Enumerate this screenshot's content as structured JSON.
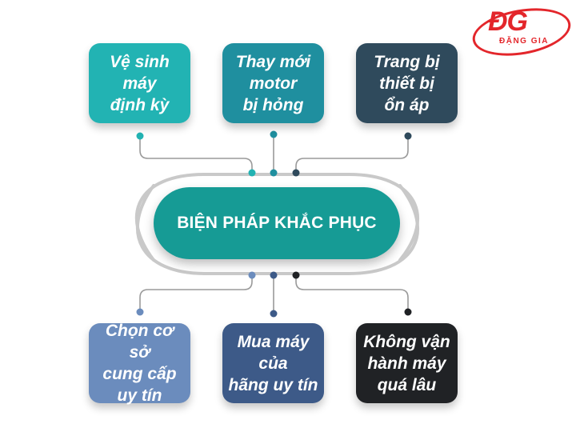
{
  "logo": {
    "mark": "ĐG",
    "name": "ĐẶNG GIA"
  },
  "center": {
    "label": "BIỆN PHÁP KHẮC PHỤC"
  },
  "boxes": [
    {
      "label": "Vệ sinh\nmáy\nđịnh kỳ",
      "color": "#22b3b3"
    },
    {
      "label": "Thay mới\nmotor\nbị hỏng",
      "color": "#1f8f9f"
    },
    {
      "label": "Trang bị\nthiết bị\nổn áp",
      "color": "#2f4a5c"
    },
    {
      "label": "Chọn cơ sở\ncung cấp\nuy tín",
      "color": "#6b8cbd"
    },
    {
      "label": "Mua máy\ncủa\nhãng uy tín",
      "color": "#3d5a88"
    },
    {
      "label": "Không vận\nhành máy\nquá lâu",
      "color": "#202225"
    }
  ],
  "colors": {
    "ring": "#c9c9c9",
    "connector": "#9a9a9a",
    "brand": "#e3262b"
  }
}
